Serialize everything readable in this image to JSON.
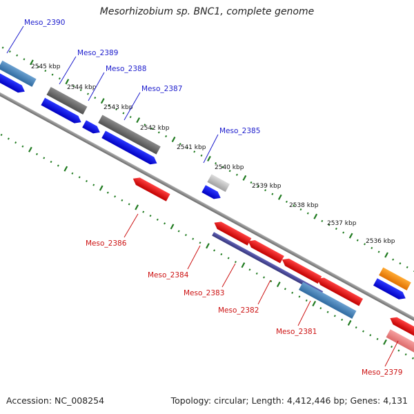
{
  "title": "Mesorhizobium sp. BNC1, complete genome",
  "footer": {
    "accession": "Accession: NC_008254",
    "summary": "Topology: circular; Length: 4,412,446 bp; Genes: 4,131"
  },
  "tick_labels": [
    "2545 kbp",
    "2544 kbp",
    "2543 kbp",
    "2542 kbp",
    "2541 kbp",
    "2540 kbp",
    "2539 kbp",
    "2538 kbp",
    "2537 kbp",
    "2536 kbp"
  ],
  "gene_labels_forward": [
    "Meso_2390",
    "Meso_2389",
    "Meso_2388",
    "Meso_2387",
    "Meso_2385"
  ],
  "gene_labels_reverse": [
    "Meso_2386",
    "Meso_2384",
    "Meso_2383",
    "Meso_2382",
    "Meso_2381",
    "Meso_2379"
  ],
  "colors": {
    "forward_label": "#1a1acc",
    "reverse_label": "#cc1111",
    "backbone": "#888888",
    "tick": "#1f7a1f",
    "cds_forward": "#0a14e6",
    "cds_reverse": "#e61010",
    "gene_gray": "#707070",
    "gene_lightgray": "#bdbdbd",
    "gene_steelblue": "#4a82b8",
    "gene_slate": "#4a4a9a",
    "gene_orange": "#ff8c00",
    "gene_pink": "#f08080"
  }
}
